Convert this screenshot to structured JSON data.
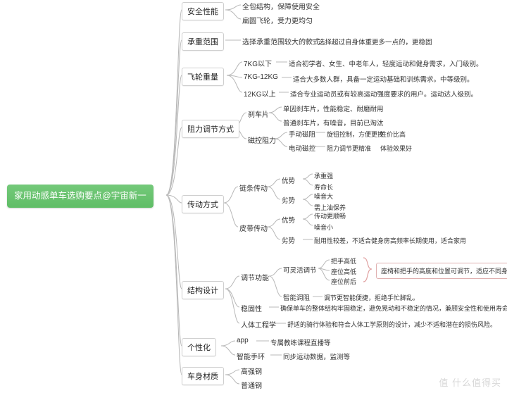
{
  "root": {
    "label": "家用动感单车选购要点@宇宙新一"
  },
  "watermark": "值 什么值得买",
  "branches": [
    {
      "label": "安全性能",
      "children": [
        {
          "label": "全包结构，保障使用安全"
        },
        {
          "label": "扁圆飞轮，受力更均匀"
        }
      ]
    },
    {
      "label": "承重范围",
      "children": [
        {
          "label": "选择承重范围较大的款式",
          "sub": [
            {
              "label": "选择超过自身体重更多一点的，更稳固"
            }
          ]
        }
      ]
    },
    {
      "label": "飞轮重量",
      "children": [
        {
          "label": "7KG以下",
          "sub": [
            {
              "label": "适合初学者、女生、中老年人，轻度运动和健身需求，入门级别。"
            }
          ]
        },
        {
          "label": "7KG-12KG",
          "sub": [
            {
              "label": "适合大多数人群，具备一定运动基础和训练需求。中等级别。"
            }
          ]
        },
        {
          "label": "12KG以上",
          "sub": [
            {
              "label": "适合专业运动员或有较高运动强度要求的用户。运动达人级别。"
            }
          ]
        }
      ]
    },
    {
      "label": "阻力调节方式",
      "children": [
        {
          "label": "刹车片",
          "sub": [
            {
              "label": "单因刹车片，性能稳定、耐磨耐用"
            },
            {
              "label": "普通刹车片，有噪音，目前已淘汰"
            }
          ]
        },
        {
          "label": "磁控阻力",
          "sub": [
            {
              "label": "手动磁阻",
              "sub2": [
                {
                  "label": "旋钮控制，方便更换"
                },
                {
                  "label": "性价比高"
                }
              ]
            },
            {
              "label": "电动磁控",
              "sub2": [
                {
                  "label": "阻力调节更精准"
                },
                {
                  "label": "体验效果好"
                }
              ]
            }
          ]
        }
      ]
    },
    {
      "label": "传动方式",
      "children": [
        {
          "label": "链条传动",
          "sub": [
            {
              "label": "优势",
              "sub2": [
                {
                  "label": "承重强"
                },
                {
                  "label": "寿命长"
                }
              ]
            },
            {
              "label": "劣势",
              "sub2": [
                {
                  "label": "噪音大"
                },
                {
                  "label": "需上油保养"
                }
              ]
            }
          ]
        },
        {
          "label": "皮带传动",
          "sub": [
            {
              "label": "优势",
              "sub2": [
                {
                  "label": "传动更顺畅"
                },
                {
                  "label": "噪音小"
                }
              ]
            },
            {
              "label": "劣势",
              "sub2": [
                {
                  "label": "耐用性较差，不适合健身房高频率长期使用，适合家用"
                }
              ]
            }
          ]
        }
      ]
    },
    {
      "label": "结构设计",
      "children": [
        {
          "label": "调节功能",
          "sub": [
            {
              "label": "可灵活调节",
              "sub2": [
                {
                  "label": "把手高低"
                },
                {
                  "label": "座位高低"
                },
                {
                  "label": "座位前后"
                }
              ]
            },
            {
              "label": "智能调阻",
              "sub2": [
                {
                  "label": "调节更智能便捷，拒绝手忙脚乱。"
                }
              ]
            }
          ]
        },
        {
          "label": "稳固性",
          "sub": [
            {
              "label": "确保单车的整体结构牢固稳定，避免晃动和不稳定的情况，兼顾安全性和使用寿命。"
            }
          ]
        },
        {
          "label": "人体工程学",
          "sub": [
            {
              "label": "舒适的骑行体验和符合人体工学原则的设计，减少不适和潜在的损伤风险。"
            }
          ]
        }
      ]
    },
    {
      "label": "个性化",
      "children": [
        {
          "label": "app",
          "sub": [
            {
              "label": "专属教练课程直播等"
            }
          ]
        },
        {
          "label": "智能手环",
          "sub": [
            {
              "label": "同步运动数据，监测等"
            }
          ]
        }
      ]
    },
    {
      "label": "车身材质",
      "children": [
        {
          "label": "高强钢"
        },
        {
          "label": "普通钢"
        }
      ]
    }
  ],
  "callout": {
    "label": "座椅和把手的高度和位置可调节，适应不同身高和骑行姿势。"
  },
  "colors": {
    "root_bg": "#66c06c",
    "line": "#b9b9b9",
    "callout_border": "#e0b0b0"
  }
}
